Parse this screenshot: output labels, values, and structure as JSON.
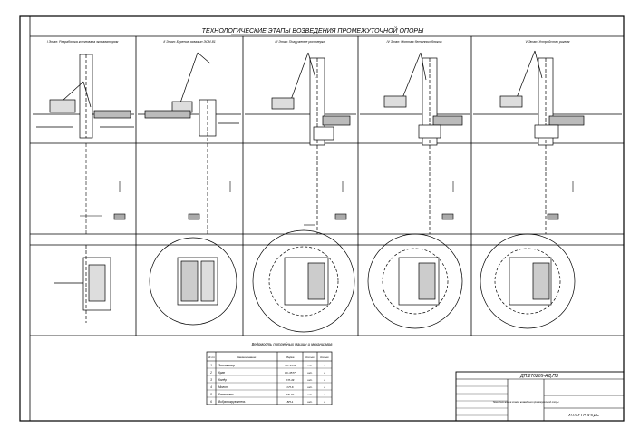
{
  "drawing": {
    "title": "ТЕХНОЛОГИЧЕСКИЕ ЭТАПЫ ВОЗВЕДЕНИЯ ПРОМЕЖУТОЧНОЙ ОПОРЫ",
    "stage_titles": [
      "I Этап: Разработка котлована экскаватором",
      "II Этап: Бурение скважин ЭСМ-81",
      "III Этап: Погружение ростверка",
      "IV Этап: Монтаж бетонных блоков",
      "V Этап: Устройство ригеля"
    ],
    "table": {
      "title": "Ведомость потребных машин и механизмов",
      "headers": [
        "№ пп",
        "Наименование",
        "Марка",
        "Кол-во",
        "Кол-во"
      ],
      "rows": [
        {
          "n": "1",
          "name": "Экскаватор",
          "mark": "ЭО-3323",
          "unit": "шт.",
          "qty": "1"
        },
        {
          "n": "2",
          "name": "Кран",
          "mark": "КС-3577",
          "unit": "шт.",
          "qty": "1"
        },
        {
          "n": "3",
          "name": "Копёр",
          "mark": "СП-49",
          "unit": "шт.",
          "qty": "1"
        },
        {
          "n": "4",
          "name": "Молот",
          "mark": "СП-6",
          "unit": "шт.",
          "qty": "1"
        },
        {
          "n": "5",
          "name": "Бетоновоз",
          "mark": "СБ-92",
          "unit": "шт.",
          "qty": "1"
        },
        {
          "n": "6",
          "name": "Вибропогружатель",
          "mark": "ВП-1",
          "unit": "шт.",
          "qty": "1"
        }
      ]
    },
    "stamp": {
      "code": "ДП.270205-АД.ПЗ",
      "sheet_title": "Технологические этапы возведения промежуточной опоры",
      "right_code": "УГЛТУ ГР. 4-5 ДС"
    }
  }
}
